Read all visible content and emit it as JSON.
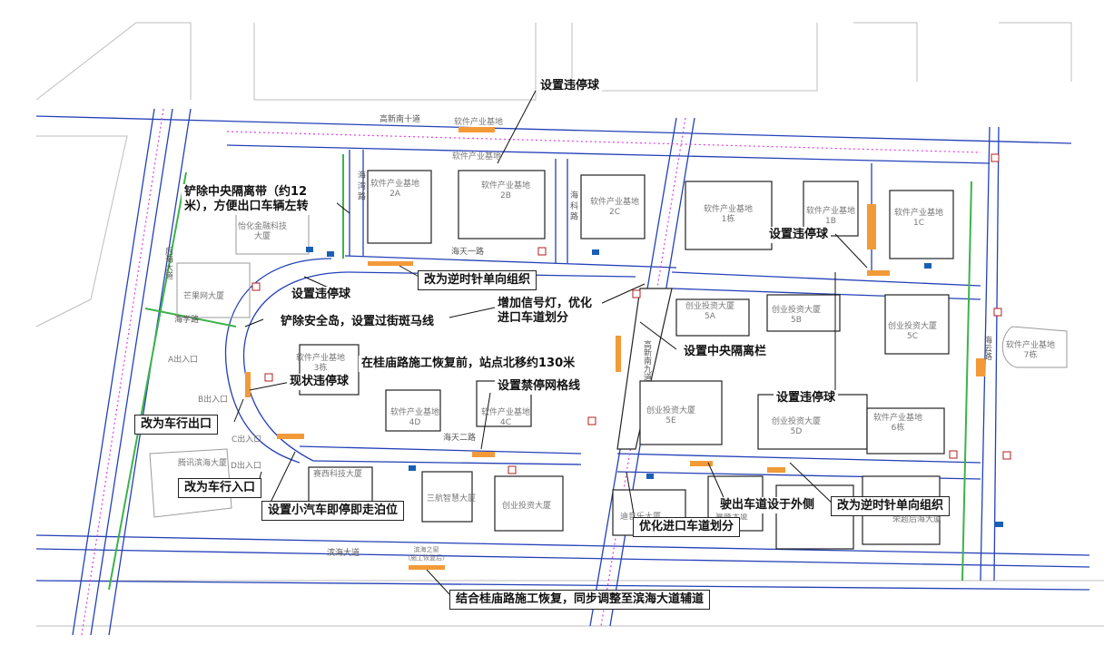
{
  "colors": {
    "road_edge": "#2440b8",
    "median": "#e040e0",
    "orange": "#f29a38",
    "green": "#3cb34a",
    "building": "#222222",
    "block_fill": "#ffffff"
  },
  "annotations": {
    "stop_ball_top": "设置违停球",
    "remove_median": "铲除中央隔离带（约12米），方便出口车辆左转",
    "ccw_top": "改为逆时针单向组织",
    "stop_ball_left": "设置违停球",
    "signal": "增加信号灯，优化进口车道划分",
    "remove_island": "铲除安全岛，设置过街斑马线",
    "center_divider": "设置中央隔离栏",
    "relocate_stop": "在桂庙路施工恢复前，站点北移约130米",
    "existing_ball": "现状违停球",
    "no_stop_grid": "设置禁停网格线",
    "stop_ball_mid": "设置违停球",
    "stop_ball_right": "设置违停球",
    "exit_change": "改为车行出口",
    "entry_change": "改为车行入口",
    "kiss_ride": "设置小汽车即停即走泊位",
    "optimize_lane": "优化进口车道划分",
    "exit_outer": "驶出车道设于外侧",
    "ccw_bottom": "改为逆时针单向组织",
    "binhai_adjust": "结合桂庙路施工恢复，同步调整至滨海大道辅道"
  },
  "roads": {
    "gaoxin_10": "高新南十道",
    "haitian_1": "海天一路",
    "haitian_2": "海天二路",
    "binhai": "滨海大道",
    "houhai": "后海大道",
    "haixue": "海学路",
    "haiyun": "海云路",
    "gaoxin_9": "高新南九道",
    "hai_jing": "海\n湾\n路",
    "hai_ke": "海\n科\n路"
  },
  "buildings": {
    "b2a": "软件产业基地\n2A",
    "b2b": "软件产业基地\n2B",
    "b2c": "软件产业基地\n2C",
    "b3b": "软件产业基地\n3栋",
    "b4d": "软件产业基地\n4D",
    "b4c": "软件产业基地\n4C",
    "b1": "软件产业基地\n1栋",
    "b1b": "软件产业基地\n1B",
    "b1c": "软件产业基地\n1C",
    "b5a": "创业投资大厦\n5A",
    "b5b": "创业投资大厦\n5B",
    "b5c": "创业投资大厦\n5C",
    "b5e": "创业投资大厦\n5E",
    "b5d": "创业投资大厦\n5D",
    "b6": "软件产业基地\n6栋",
    "b7": "软件产业基地\n7栋",
    "yihua": "怡化金融科技\n大厦",
    "mango": "芒果网大厦",
    "tencent": "腾讯滨海大厦",
    "saixi": "赛西科技大厦",
    "sanhang": "三航智慧大厦",
    "cyt": "创业投资大厦",
    "disco": "迪音乐大厦",
    "jiachuang": "嘉峰大厦",
    "rongchao": "荣超后海大厦",
    "binhai_bay": "滨海之窗\n（施工恢复后）",
    "software_top": "软件产业基地",
    "software_top2": "软件产业基地"
  },
  "gates": {
    "a_gate": "A出入口",
    "b_gate": "B出入口",
    "c_gate": "C出入口",
    "d_gate": "D出入口"
  }
}
